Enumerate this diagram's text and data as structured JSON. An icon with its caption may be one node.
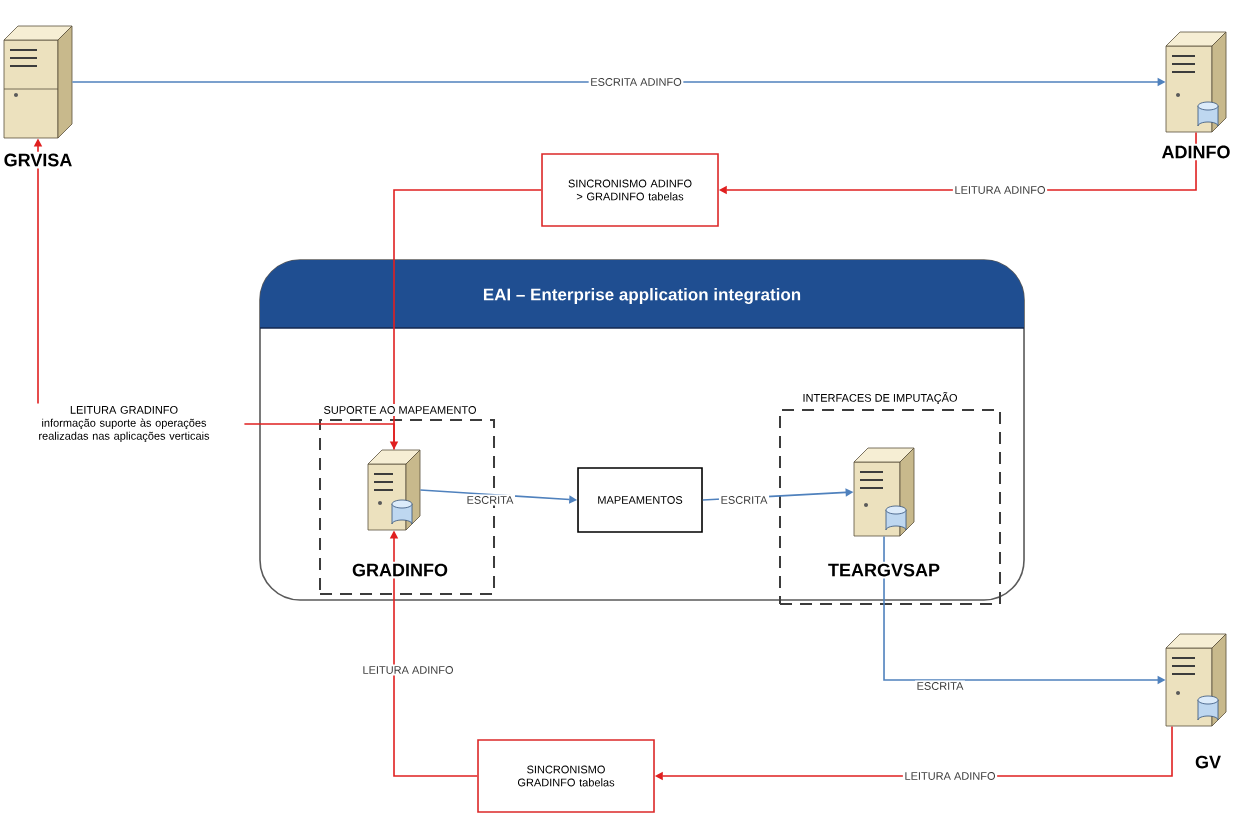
{
  "diagram": {
    "nodes": [
      {
        "text": [
          "GRVISA"
        ]
      },
      {
        "text": [
          "ADINFO"
        ]
      },
      {
        "text": [
          "SINCRONISMO ADINFO > GRADINFO tabelas"
        ]
      },
      {
        "text": [
          "EAI – Enterprise application integration"
        ]
      },
      {
        "text": [
          "SUPORTE AO MAPEAMENTO"
        ],
        "in": 3
      },
      {
        "text": [
          "GRADINFO"
        ],
        "in": 4
      },
      {
        "text": [
          "MAPEAMENTOS"
        ],
        "in": 3
      },
      {
        "text": [
          "INTERFACES DE IMPUTAÇÃO"
        ],
        "in": 3
      },
      {
        "text": [
          "TEARGVSAP"
        ],
        "in": 7
      },
      {
        "text": [
          "GV"
        ]
      },
      {
        "text": [
          "SINCRONISMO GRADINFO tabelas"
        ]
      },
      {
        "text": [
          "LEITURA GRADINFO",
          "informação suporte às operações realizadas nas aplicações verticais"
        ]
      }
    ],
    "edges": [
      {
        "from": 0,
        "to": 1,
        "arrow": "to",
        "label": "ESCRITA ADINFO",
        "color": "#4f81bd"
      },
      {
        "from": 1,
        "to": 2,
        "arrow": "to",
        "label": "LEITURA ADINFO"
      },
      {
        "from": 2,
        "to": 5,
        "arrow": "to"
      },
      {
        "from": 11,
        "to": 0,
        "arrow": "to"
      },
      {
        "from": 11,
        "to": 5,
        "arrow": "none"
      },
      {
        "from": 5,
        "to": 6,
        "arrow": "to",
        "label": "ESCRITA",
        "color": "#4f81bd"
      },
      {
        "from": 6,
        "to": 8,
        "arrow": "to",
        "label": "ESCRITA",
        "color": "#4f81bd"
      },
      {
        "from": 8,
        "to": 9,
        "arrow": "to",
        "label": "ESCRITA",
        "color": "#4f81bd"
      },
      {
        "from": 9,
        "to": 10,
        "arrow": "to",
        "label": "LEITURA ADINFO"
      },
      {
        "from": 10,
        "to": 5,
        "arrow": "to",
        "label": "LEITURA ADINFO"
      }
    ]
  }
}
